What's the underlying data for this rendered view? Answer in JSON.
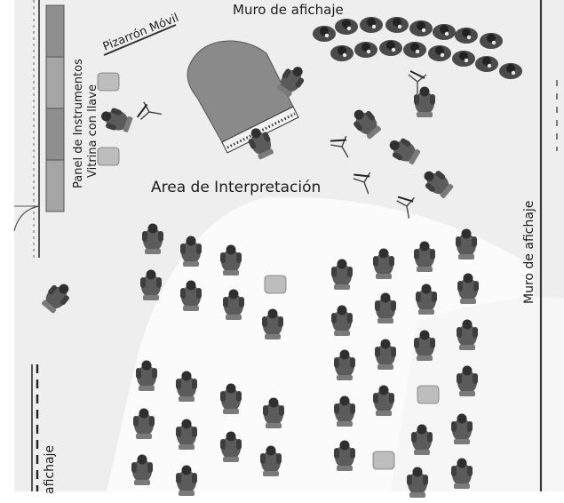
{
  "labels": {
    "top_wall": "Muro de afichaje",
    "right_wall": "Muro de afichaje",
    "bottom_left_wall": "afichaje",
    "mobile_board": "Pizarrón Móvil",
    "instrument_panel_line1": "Panel de Instrumentos",
    "instrument_panel_line2": "Vitrina con llave",
    "performance_area": "Area de Interpretación"
  },
  "colors": {
    "paper": "#eeeeee",
    "audience_zone": "#fbfbfb",
    "piano": "#8a8a8a",
    "person": "#5b5b5b",
    "person_dark": "#2f2f2f",
    "chair": "#bdbdbd",
    "wall": "#3a3a3a"
  },
  "icons": {
    "person": "seated-person-icon",
    "music_stand": "music-stand-icon",
    "chair": "empty-chair-icon",
    "piano": "grand-piano-icon"
  }
}
